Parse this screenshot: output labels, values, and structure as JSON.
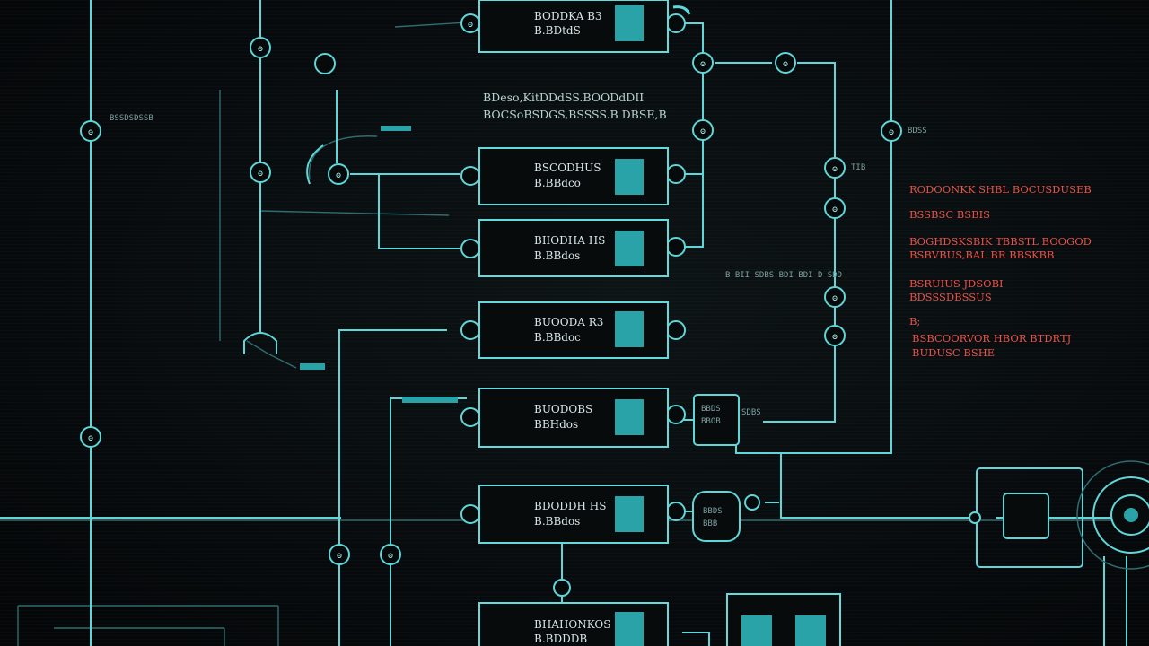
{
  "blocks": [
    {
      "line1": "BODDKA B3",
      "line2": "B.BDtdS"
    },
    {
      "line1": "BSCODHUS",
      "line2": "B.BBdco"
    },
    {
      "line1": "BIIODHA HS",
      "line2": "B.BBdos"
    },
    {
      "line1": "BUOODA R3",
      "line2": "B.BBdoc"
    },
    {
      "line1": "BUODOBS",
      "line2": "BBHdos"
    },
    {
      "line1": "BDODDH HS",
      "line2": "B.BBdos"
    },
    {
      "line1": "BHAHONKOS",
      "line2": "B.BDDDB"
    }
  ],
  "mid_text": [
    "BDeso,KitDDdSS.BOODdDII",
    "BOCSoBSDGS,BSSSS.B DBSE,B"
  ],
  "side_labels": {
    "left": "BSSDSDSSB",
    "mid_right": "B BII SDBS BDI BDI D  SDD",
    "node_tag_1": "BDSS",
    "node_tag_2": "TIB"
  },
  "small_boxes": [
    {
      "line1": "BBDS",
      "line2": "BBOB",
      "tag": "SDBS"
    },
    {
      "line1": "BBDS",
      "line2": "BBB"
    }
  ],
  "red_notes": [
    "RODOONKK SHBL BOCUSDUSEB",
    "BSSBSC BSBIS",
    "BOGHDSKSBIK TBBSTL BOOGOD",
    "BSBVBUS,BAL BR  BBSKBB",
    "BSRUIUS  JDSOBI",
    "BDSSSDBSSUS",
    "B;",
    "BSBCOORVOR HBOR BTDRTJ",
    "BUDUSC BSHE"
  ],
  "colors": {
    "accent": "#5fd6d8",
    "chip": "#2aa3a8",
    "warning_text": "#ea5148",
    "background": "#05090b"
  }
}
